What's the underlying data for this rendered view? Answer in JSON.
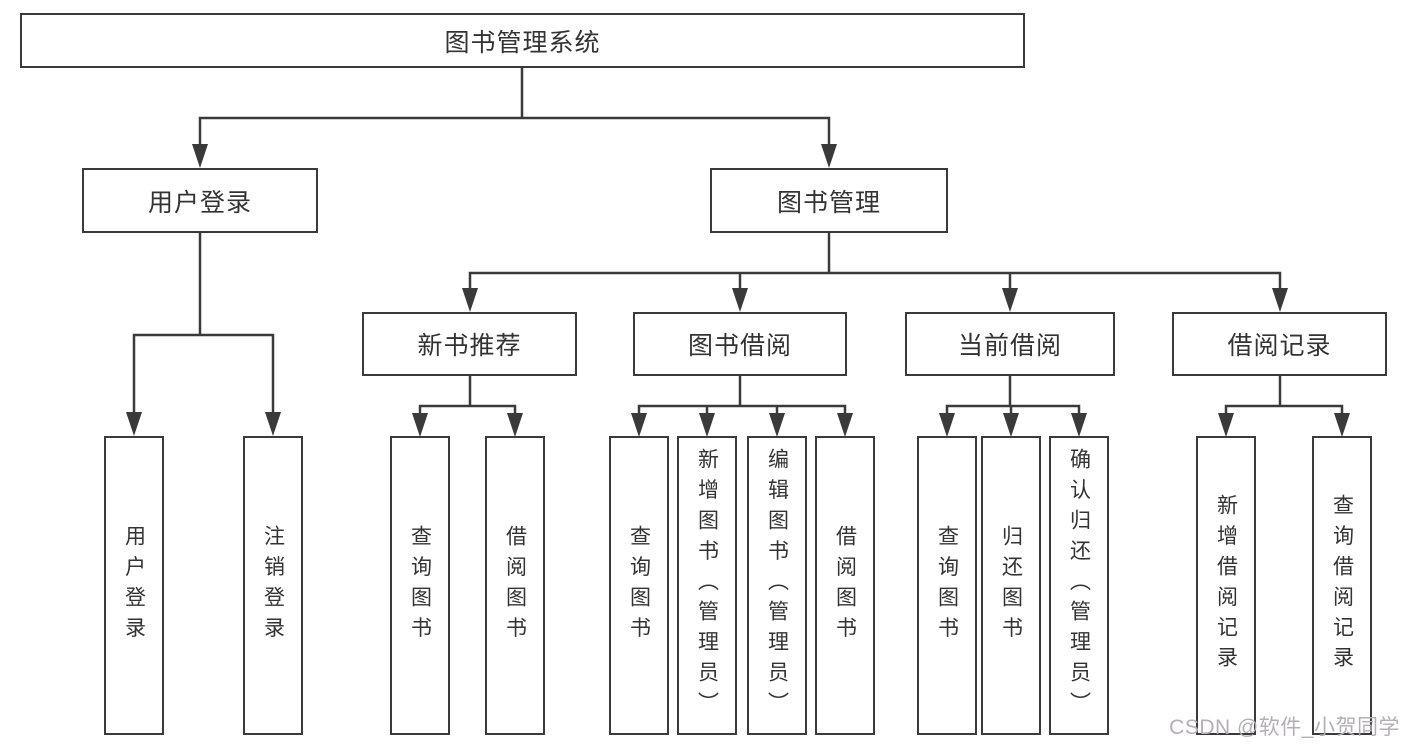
{
  "tree": {
    "root": {
      "label": "图书管理系统"
    },
    "children": [
      {
        "label": "用户登录",
        "children": [
          {
            "label": "用户登录"
          },
          {
            "label": "注销登录"
          }
        ]
      },
      {
        "label": "图书管理",
        "children": [
          {
            "label": "新书推荐",
            "children": [
              {
                "label": "查询图书"
              },
              {
                "label": "借阅图书"
              }
            ]
          },
          {
            "label": "图书借阅",
            "children": [
              {
                "label": "查询图书"
              },
              {
                "label": "新增图书（管理员）"
              },
              {
                "label": "编辑图书（管理员）"
              },
              {
                "label": "借阅图书"
              }
            ]
          },
          {
            "label": "当前借阅",
            "children": [
              {
                "label": "查询图书"
              },
              {
                "label": "归还图书"
              },
              {
                "label": "确认归还（管理员）"
              }
            ]
          },
          {
            "label": "借阅记录",
            "children": [
              {
                "label": "新增借阅记录"
              },
              {
                "label": "查询借阅记录"
              }
            ]
          }
        ]
      }
    ]
  },
  "watermark": "CSDN @软件_小贺同学",
  "colors": {
    "line": "#3a3a3a",
    "box_border": "#3a3a3a",
    "text": "#333333",
    "watermark": "#b5adb8",
    "background": "#ffffff"
  }
}
